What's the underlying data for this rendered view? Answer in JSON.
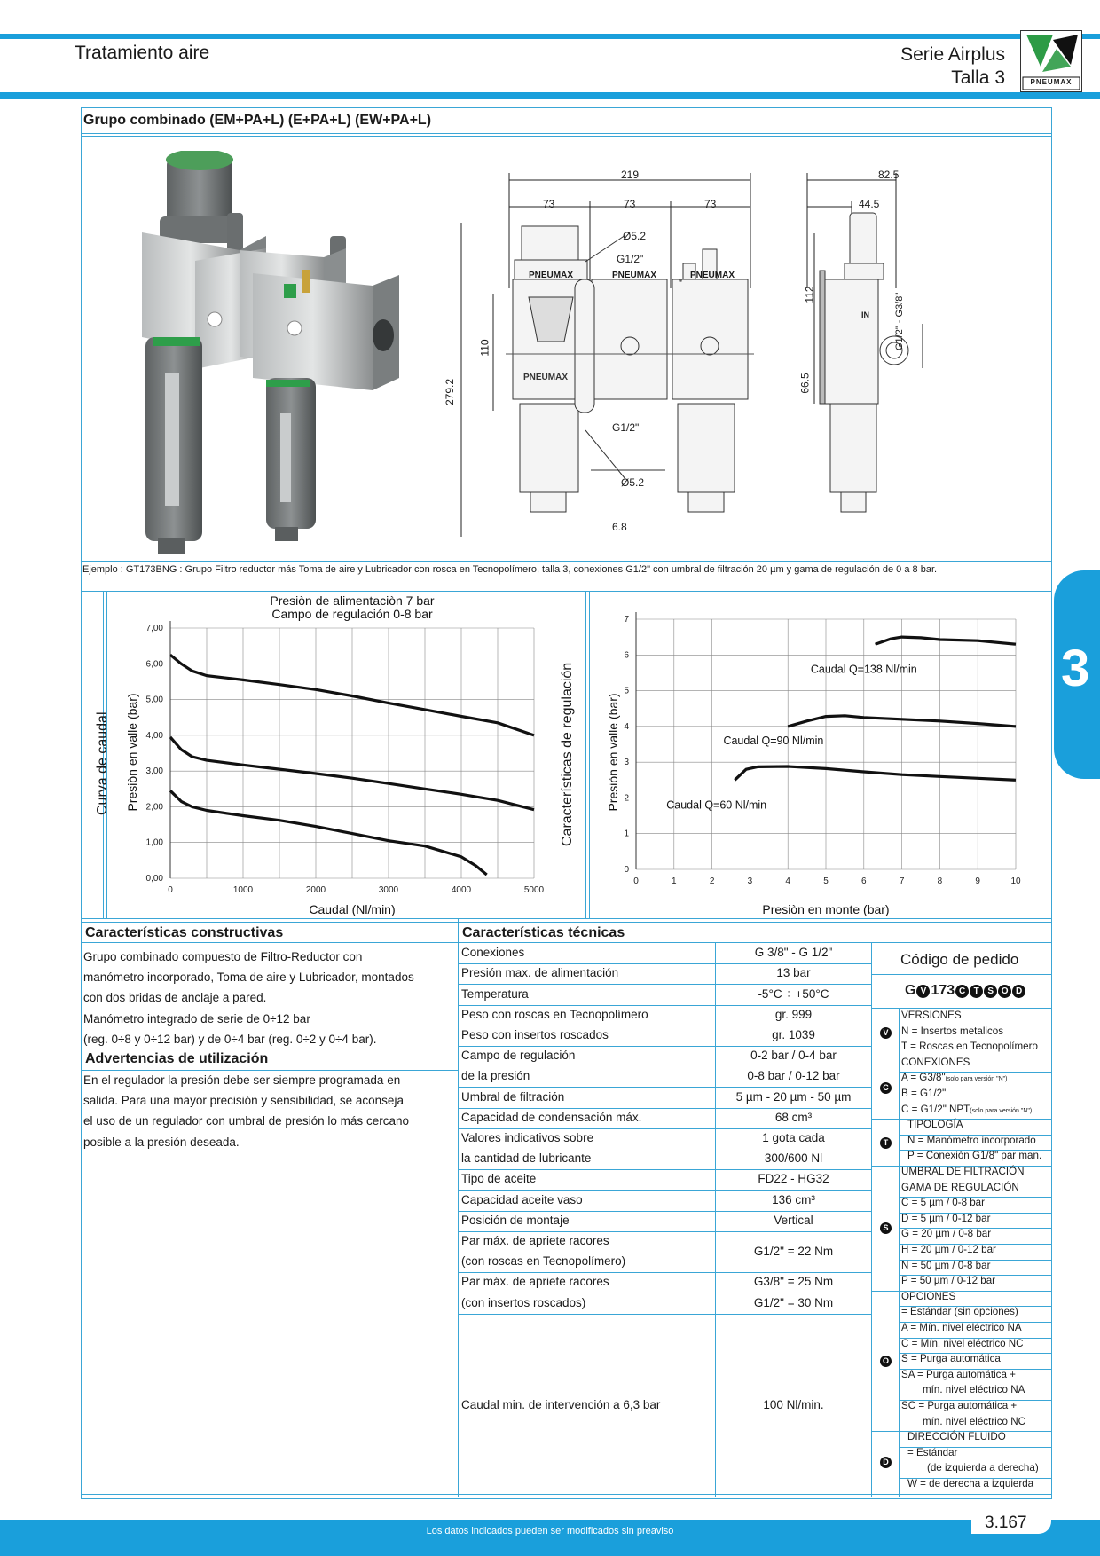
{
  "header": {
    "left_title": "Tratamiento aire",
    "right_line1": "Serie Airplus",
    "right_line2": "Talla 3",
    "logo_text": "PNEUMAX"
  },
  "side_tab": "3",
  "section_title": "Grupo combinado (EM+PA+L) (E+PA+L) (EW+PA+L)",
  "drawing": {
    "dims_top": [
      "219",
      "73",
      "73",
      "73"
    ],
    "dims_side": [
      "82.5",
      "44.5"
    ],
    "labels": [
      "Ø5.2",
      "G1/2\"",
      "110",
      "279.2",
      "G1/2\"",
      "Ø5.2",
      "6.8",
      "112",
      "66.5",
      "G1/2\" - G3/8\""
    ],
    "brand": "PNEUMAX",
    "side_badge": "IN"
  },
  "example_text": "Ejemplo : GT173BNG : Grupo Filtro reductor más Toma de aire y Lubricador con rosca en Tecnopolímero, talla 3, conexiones G1/2\" con umbral de filtración 20 µm y gama de regulación de 0 a 8 bar.",
  "charts_side_labels": [
    "Curva de caudal",
    "Características de regulación"
  ],
  "chart_data": [
    {
      "type": "line",
      "title": "Presiòn de alimentaciòn 7 bar",
      "subtitle": "Campo de regulación 0-8 bar",
      "xlabel": "Caudal (Nl/min)",
      "ylabel": "Presiòn en valle (bar)",
      "xlim": [
        0,
        5000
      ],
      "ylim": [
        0,
        7
      ],
      "x_ticks": [
        "0",
        "1000",
        "2000",
        "3000",
        "4000",
        "5000"
      ],
      "y_ticks": [
        "0,00",
        "1,00",
        "2,00",
        "3,00",
        "4,00",
        "5,00",
        "6,00",
        "7,00"
      ],
      "grid": true,
      "series": [
        {
          "x": [
            0,
            150,
            300,
            500,
            1000,
            1500,
            2000,
            2500,
            3000,
            3500,
            4000,
            4500,
            5000
          ],
          "y": [
            6.25,
            6.0,
            5.8,
            5.67,
            5.55,
            5.42,
            5.28,
            5.1,
            4.9,
            4.72,
            4.53,
            4.35,
            4.0
          ]
        },
        {
          "x": [
            0,
            150,
            300,
            500,
            1000,
            1500,
            2000,
            2500,
            3000,
            3500,
            4000,
            4500,
            5000
          ],
          "y": [
            3.95,
            3.6,
            3.4,
            3.3,
            3.17,
            3.05,
            2.93,
            2.8,
            2.65,
            2.5,
            2.35,
            2.18,
            1.92
          ]
        },
        {
          "x": [
            0,
            150,
            300,
            500,
            1000,
            1500,
            2000,
            2500,
            3000,
            3500,
            4000,
            4200,
            4350
          ],
          "y": [
            2.45,
            2.15,
            2.0,
            1.9,
            1.75,
            1.62,
            1.45,
            1.25,
            1.05,
            0.9,
            0.6,
            0.35,
            0.1
          ]
        }
      ]
    },
    {
      "type": "line",
      "xlabel": "Presiòn en monte (bar)",
      "ylabel": "Presiòn en valle (bar)",
      "xlim": [
        0,
        10
      ],
      "ylim": [
        0,
        7
      ],
      "x_ticks": [
        "0",
        "1",
        "2",
        "3",
        "4",
        "5",
        "6",
        "7",
        "8",
        "9",
        "10"
      ],
      "y_ticks": [
        "0",
        "1",
        "2",
        "3",
        "4",
        "5",
        "6",
        "7"
      ],
      "grid": true,
      "series": [
        {
          "name": "Caudal Q=138 Nl/min",
          "x": [
            6.3,
            6.7,
            7.0,
            7.5,
            8.0,
            9.0,
            10.0
          ],
          "y": [
            6.3,
            6.45,
            6.5,
            6.48,
            6.43,
            6.4,
            6.3
          ]
        },
        {
          "name": "Caudal Q=90 Nl/min",
          "x": [
            4.0,
            4.5,
            5.0,
            5.5,
            6.0,
            7.0,
            8.0,
            9.0,
            10.0
          ],
          "y": [
            4.0,
            4.15,
            4.28,
            4.3,
            4.25,
            4.2,
            4.15,
            4.08,
            4.0
          ]
        },
        {
          "name": "Caudal Q=60 Nl/min",
          "x": [
            2.6,
            2.9,
            3.2,
            4.0,
            5.0,
            6.0,
            7.0,
            8.0,
            9.0,
            10.0
          ],
          "y": [
            2.5,
            2.8,
            2.87,
            2.88,
            2.82,
            2.73,
            2.65,
            2.6,
            2.55,
            2.5
          ]
        }
      ]
    }
  ],
  "constructivas": {
    "title": "Características constructivas",
    "lines": [
      "Grupo combinado compuesto de Filtro-Reductor con",
      "manómetro incorporado, Toma de aire y Lubricador, montados",
      "con dos bridas de anclaje a pared.",
      "Manómetro integrado de serie de 0÷12 bar",
      "(reg. 0÷8 y 0÷12 bar) y de 0÷4 bar (reg. 0÷2 y 0÷4 bar)."
    ]
  },
  "advertencias": {
    "title": "Advertencias de utilización",
    "lines": [
      "En el regulador la presión debe ser siempre programada en",
      "salida. Para una mayor precisión y sensibilidad, se aconseja",
      "el uso de un regulador con umbral de presión lo más cercano",
      "posible a la presión deseada."
    ]
  },
  "tecnicas": {
    "title": "Características técnicas",
    "rows": [
      {
        "label": "Conexiones",
        "value": "G 3/8\" - G 1/2\""
      },
      {
        "label": "Presión max. de alimentación",
        "value": "13 bar"
      },
      {
        "label": "Temperatura",
        "value": "-5°C ÷ +50°C"
      },
      {
        "label": "Peso con roscas en Tecnopolímero",
        "value": "gr. 999"
      },
      {
        "label": "Peso con insertos roscados",
        "value": "gr. 1039"
      },
      {
        "label": "Campo de regulación",
        "value": "0-2 bar / 0-4 bar"
      },
      {
        "label": "de la presión",
        "value": "0-8 bar / 0-12 bar"
      },
      {
        "label": "Umbral de filtración",
        "value": "5 µm - 20 µm - 50 µm"
      },
      {
        "label": "Capacidad de condensación máx.",
        "value": "68 cm³"
      },
      {
        "label": "Valores indicativos sobre",
        "value": "1 gota cada"
      },
      {
        "label": "la cantidad de lubricante",
        "value": "300/600 Nl"
      },
      {
        "label": "Tipo de aceite",
        "value": "FD22 - HG32"
      },
      {
        "label": "Capacidad aceite vaso",
        "value": "136 cm³"
      },
      {
        "label": "Posición de montaje",
        "value": "Vertical"
      },
      {
        "label": "Par máx. de apriete racores",
        "value": ""
      },
      {
        "label": "(con roscas en Tecnopolímero)",
        "value": "G1/2\" = 22 Nm"
      },
      {
        "label": "Par máx. de apriete racores",
        "value": "G3/8\" = 25 Nm"
      },
      {
        "label": "(con insertos roscados)",
        "value": "G1/2\" = 30 Nm"
      },
      {
        "label": "Caudal min. de intervención a 6,3 bar",
        "value": "100 Nl/min."
      }
    ]
  },
  "pedido": {
    "title": "Código de pedido",
    "code_prefix": "G",
    "code_middle": "173",
    "code_letters": [
      "V",
      "C",
      "T",
      "S",
      "O",
      "D"
    ],
    "groups": [
      {
        "letter": "V",
        "items": [
          "VERSIONES",
          "N = Insertos metalicos",
          "T = Roscas en Tecnopolímero"
        ]
      },
      {
        "letter": "C",
        "items": [
          "CONEXIONES",
          "A = G3/8\"",
          "B = G1/2\"",
          "C = G1/2\" NPT"
        ],
        "notes": [
          "(solo para versión \"N\")",
          "(solo para versión \"N\")"
        ]
      },
      {
        "letter": "T",
        "items": [
          "TIPOLOGÍA",
          "N = Manómetro incorporado",
          "P = Conexión G1/8\" par man."
        ]
      },
      {
        "letter": "S",
        "items": [
          "UMBRAL DE FILTRACIÓN",
          "GAMA DE REGULACIÓN",
          "C = 5 µm / 0-8 bar",
          "D = 5 µm / 0-12 bar",
          "G = 20 µm / 0-8 bar",
          "H = 20 µm / 0-12 bar",
          "N = 50 µm / 0-8 bar",
          "P = 50 µm / 0-12 bar"
        ]
      },
      {
        "letter": "O",
        "items": [
          "OPCIONES",
          "  =   Estándar (sin opciones)",
          "A =   Mín. nivel eléctrico NA",
          "C =   Mín. nivel eléctrico NC",
          "S =   Purga automática",
          "SA = Purga automática +",
          "mín. nivel eléctrico NA",
          "SC = Purga automática +",
          "mín. nivel eléctrico NC"
        ]
      },
      {
        "letter": "D",
        "items": [
          "DIRECCIÓN FLUIDO",
          "  = Estándar",
          "(de izquierda a derecha)",
          "W = de derecha a izquierda"
        ]
      }
    ]
  },
  "footer": {
    "note": "Los datos indicados pueden ser modificados sin preaviso",
    "page": "3.167"
  },
  "colors": {
    "accent": "#1a9fdb",
    "line": "#3aa6d6",
    "product_grey": "#8a8d8e",
    "product_green": "#2e9e4a"
  }
}
